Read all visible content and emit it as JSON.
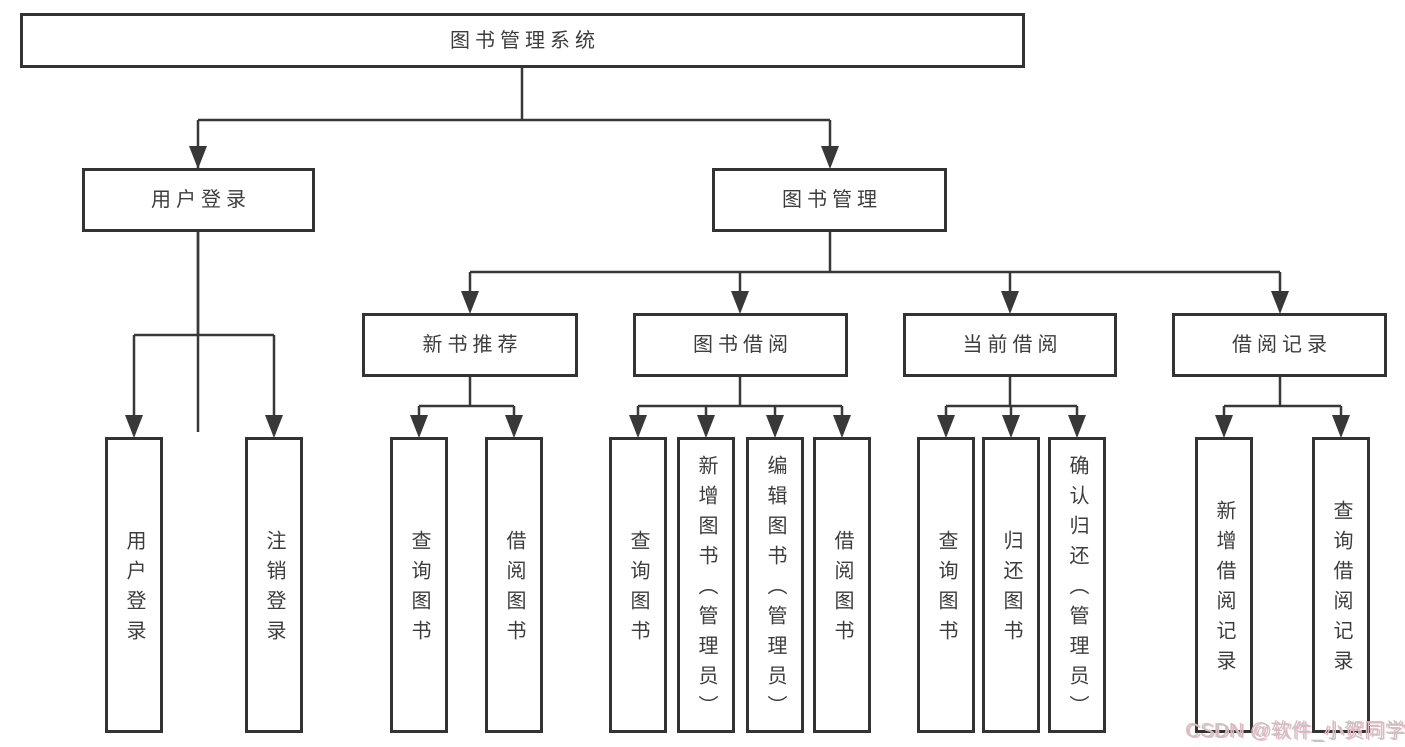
{
  "diagram": {
    "root": {
      "label": "图书管理系统"
    },
    "level2": [
      {
        "label": "用户登录"
      },
      {
        "label": "图书管理"
      }
    ],
    "level3": [
      {
        "label": "新书推荐"
      },
      {
        "label": "图书借阅"
      },
      {
        "label": "当前借阅"
      },
      {
        "label": "借阅记录"
      }
    ],
    "leaves": [
      {
        "label": "用户登录"
      },
      {
        "label": "注销登录"
      },
      {
        "label": "查询图书"
      },
      {
        "label": "借阅图书"
      },
      {
        "label": "查询图书"
      },
      {
        "label": "新增图书（管理员）"
      },
      {
        "label": "编辑图书（管理员）"
      },
      {
        "label": "借阅图书"
      },
      {
        "label": "查询图书"
      },
      {
        "label": "归还图书"
      },
      {
        "label": "确认归还（管理员）"
      },
      {
        "label": "新增借阅记录"
      },
      {
        "label": "查询借阅记录"
      }
    ],
    "colors": {
      "line": "#383838",
      "box_border": "#333333",
      "text": "#3d3d3d",
      "watermark_gray": "#c5c5c5",
      "watermark_pink": "#f0b0bf"
    }
  },
  "watermark": {
    "text": "CSDN @软件_小贺同学"
  }
}
